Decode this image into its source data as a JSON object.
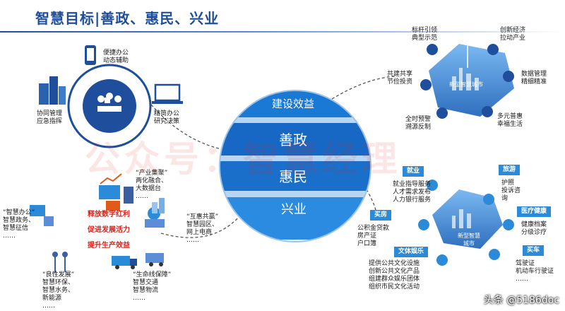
{
  "header": {
    "title": "智慧目标|善政、惠民、兴业"
  },
  "globe": {
    "top": "建设效益",
    "mid1": "善政",
    "mid2": "惠民",
    "bottom": "兴业"
  },
  "gov": {
    "mobile": "便捷办公\n动态辅助",
    "collab": "协同管理\n应急指挥",
    "office": "精简办公\n研究决策"
  },
  "industry": {
    "cluster": "“产业集聚”\n两化融合、\n大数据台\n……",
    "left": "“智慧办公”\n智慧政务、\n智慧征信\n……",
    "red1": "释放数字红利",
    "red2": "促进发展活力",
    "red3": "提升生产效益",
    "mutual": "“互惠共赢”\n智慧园区、\n网上电商\n……",
    "green": "“良性发展”\n智慧环保、\n智慧水务、\n新能源\n……",
    "lifeline": "“生命线保障”\n智慧交通\n智慧物流\n……"
  },
  "city_top": {
    "center": "新型智慧城市",
    "model": "标杆引领\n典型示范",
    "innovate": "创新经济\n拉动产业",
    "coinvest": "共建共享\n节俭投资",
    "datamgmt": "数据管理\n精细精准",
    "warning": "全时预警\n溯源反制",
    "benefit": "多元普惠\n幸福生活"
  },
  "city_bottom": {
    "center": "新型智慧\n城市",
    "employ_tag": "就业",
    "employ": "就业指导服务\n人才需求发布\n人力银行服务",
    "travel_tag": "旅游",
    "travel": "护照\n投诉咨\n询",
    "house_tag": "买房",
    "house": "公积金贷款\n房产证\n户口簿",
    "health_tag": "医疗健康",
    "health": "健康档案\n分级诊疗",
    "culture_tag": "文体娱乐",
    "culture": "提供公共文化设施\n创新公共文化产品\n组建群众娱乐团体\n组织市民文化活动",
    "car_tag": "买车",
    "car": "驾驶证\n机动车行驶证\n……"
  },
  "overlay": {
    "watermark": "公众号：智慧经理",
    "footer": "头条 @5186doc"
  },
  "colors": {
    "brand": "#1f4e9c",
    "accent": "#2c8bd9",
    "red": "#d9231b"
  }
}
